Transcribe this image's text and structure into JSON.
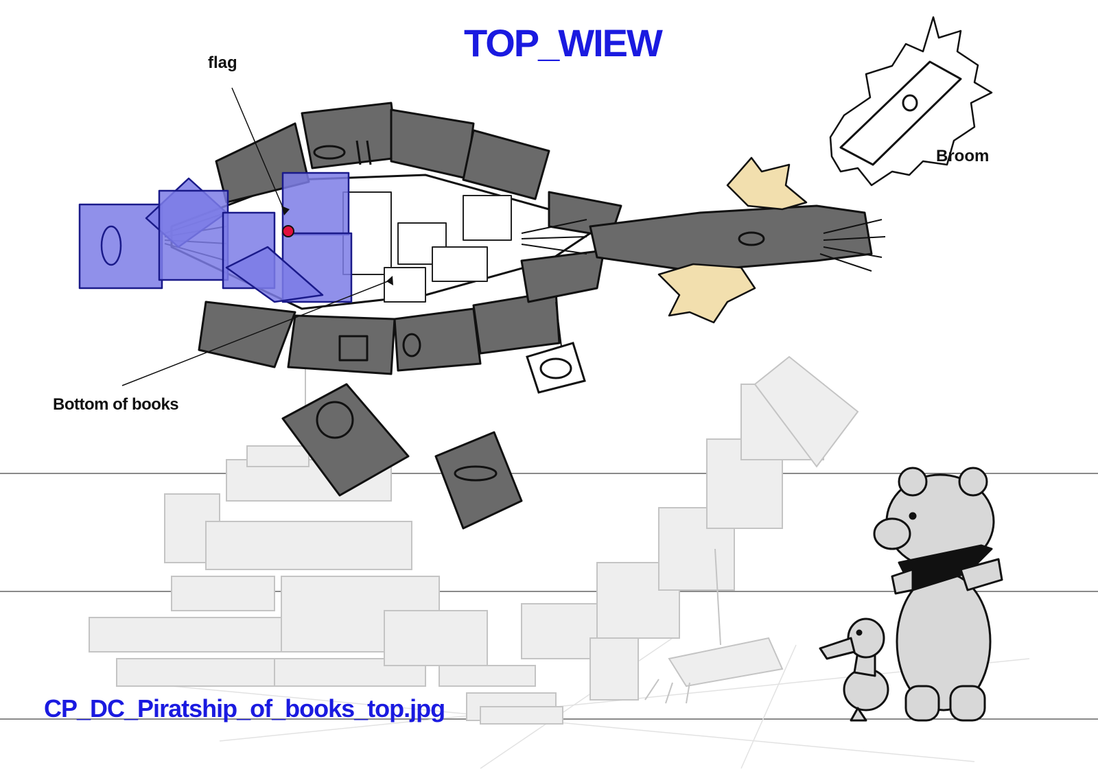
{
  "title": "TOP_WIEW",
  "labels": {
    "flag": "flag",
    "broom": "Broom",
    "bottom_of_books": "Bottom of books"
  },
  "filename": "CP_DC_Piratship_of_books_top.jpg",
  "colors": {
    "accent": "#1a1ae0",
    "book_gray": "#6a6a6a",
    "book_blue": "#8a8ae6",
    "straw": "#f2dfae",
    "flag_dot": "#e0103c",
    "sketch": "#c8c8c8"
  }
}
